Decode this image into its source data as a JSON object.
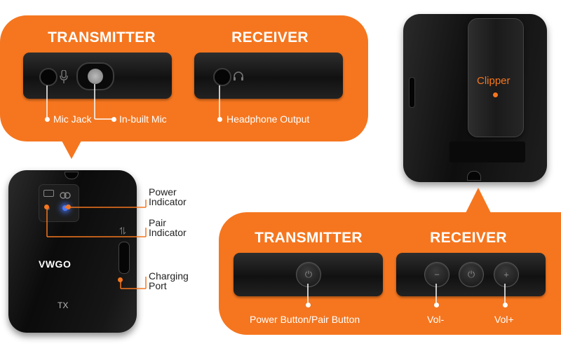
{
  "top_callout": {
    "transmitter_title": "TRANSMITTER",
    "receiver_title": "RECEIVER",
    "labels": {
      "mic_jack": "Mic Jack",
      "inbuilt_mic": "In-built Mic",
      "headphone_output": "Headphone Output"
    }
  },
  "bottom_callout": {
    "transmitter_title": "TRANSMITTER",
    "receiver_title": "RECEIVER",
    "labels": {
      "power_button": "Power Button/Pair Button",
      "vol_minus": "Vol-",
      "vol_plus": "Vol+"
    },
    "button_glyphs": {
      "power": "⏻",
      "minus": "−",
      "plus": "+"
    }
  },
  "device_front": {
    "brand": "VWGO",
    "model": "TX"
  },
  "side_labels": {
    "power_indicator": "Power\nIndicator",
    "pair_indicator": "Pair\nIndicator",
    "charging_port": "Charging\nPort"
  },
  "clipper_label": "Clipper",
  "colors": {
    "accent": "#f5761f",
    "device": "#1a1a1a"
  }
}
